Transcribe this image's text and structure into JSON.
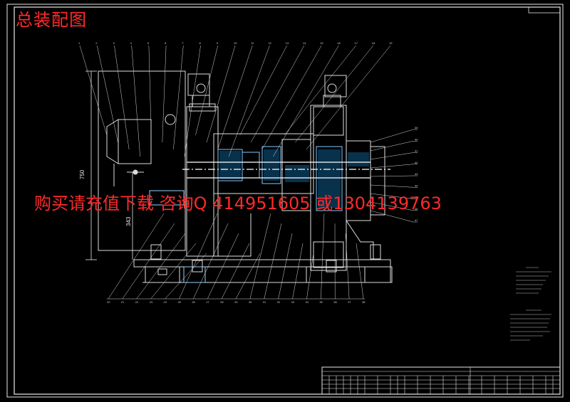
{
  "title": "总装配图",
  "watermark": "购买请充值下载  咨询Q 414951605  或1304139763",
  "dimensions": {
    "height_total": "750",
    "height_center": "343"
  },
  "callouts_top": [
    "1",
    "2",
    "3",
    "4",
    "5",
    "6",
    "7",
    "8",
    "9",
    "10",
    "11",
    "12",
    "13",
    "14",
    "15",
    "16",
    "17",
    "18",
    "19"
  ],
  "callouts_bottom": [
    "20",
    "21",
    "22",
    "23",
    "24",
    "25",
    "26",
    "27",
    "28",
    "29",
    "30",
    "31",
    "32",
    "33",
    "34",
    "35",
    "36",
    "37",
    "38"
  ],
  "callouts_right": [
    "39",
    "40",
    "41",
    "42",
    "43",
    "44",
    "45",
    "46",
    "47"
  ]
}
